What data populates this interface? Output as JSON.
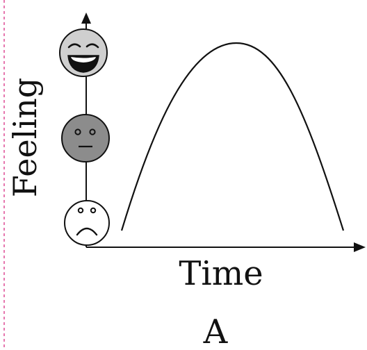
{
  "labels": {
    "y_axis": "Feeling",
    "x_axis": "Time",
    "caption": "A"
  },
  "faces": [
    {
      "icon": "laughing-face-icon",
      "fill": "#cfcfcf"
    },
    {
      "icon": "neutral-face-icon",
      "fill": "#8c8c8c"
    },
    {
      "icon": "sad-face-icon",
      "fill": "#ffffff"
    }
  ],
  "colors": {
    "stroke": "#111111",
    "margin_line": "#e0559a"
  }
}
